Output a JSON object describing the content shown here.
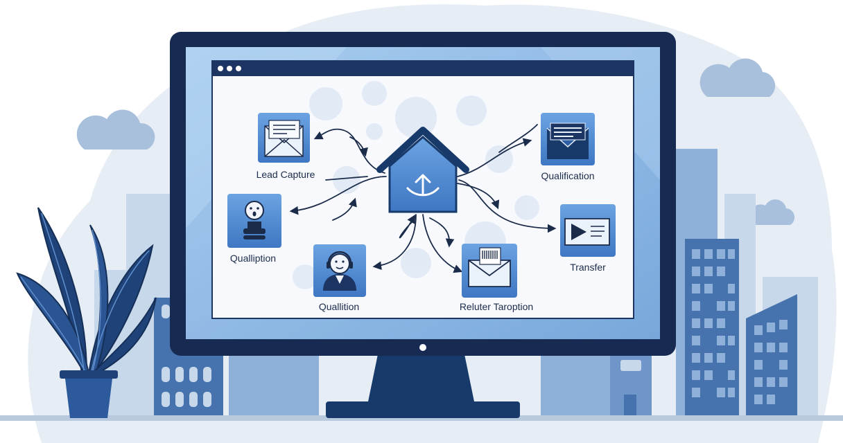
{
  "labels": {
    "lead_capture": "Lead Capture",
    "qualification_right": "Qualification",
    "qualliption": "Qualliption",
    "transfer": "Transfer",
    "quallition": "Quallition",
    "reluter_taroption": "Reluter Taroption"
  },
  "colors": {
    "sky": "#e6edf5",
    "navy": "#173a6b",
    "bezel": "#172a52",
    "tile": "#4f87cf",
    "building_light": "#c8d8eb",
    "building_mid": "#8fb0d8",
    "building_dark": "#4673ad",
    "screen_glow": "#9cc2ea"
  },
  "icons": [
    "envelope-icon",
    "open-envelope-icon",
    "person-avatar-icon",
    "agent-avatar-icon",
    "barcode-envelope-icon",
    "play-screen-icon",
    "house-icon",
    "plant-icon",
    "cloud-icon"
  ]
}
